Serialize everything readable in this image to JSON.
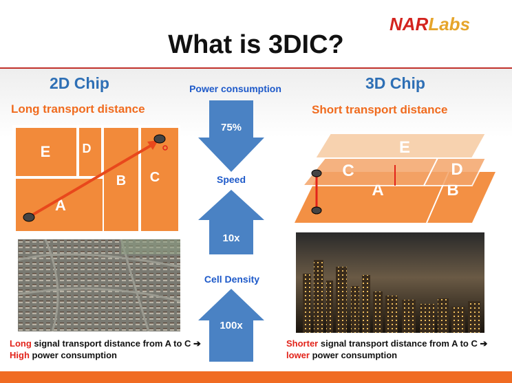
{
  "slide": {
    "title": "What is 3DIC?",
    "logo": {
      "part1": "NAR",
      "part2": "Labs"
    }
  },
  "left": {
    "heading": "2D Chip",
    "subheading": "Long transport distance",
    "blocks": [
      "E",
      "D",
      "B",
      "C",
      "A"
    ],
    "caption": {
      "w1": "Long",
      "w2": " signal transport distance from A to C ",
      "w3": "High",
      "w4": " power consumption"
    }
  },
  "middle": {
    "labels": [
      "Power consumption",
      "Speed",
      "Cell Density"
    ],
    "values": [
      "75%",
      "10x",
      "100x"
    ]
  },
  "right": {
    "heading": "3D Chip",
    "subheading": "Short transport distance",
    "layers": [
      "E",
      "C",
      "D",
      "A",
      "B"
    ],
    "caption": {
      "w1": "Shorter",
      "w2": " signal transport distance from A to C ",
      "w3": "lower",
      "w4": " power consumption"
    }
  },
  "colors": {
    "accent_blue": "#2e6fb5",
    "orange": "#f28a3a",
    "arrow_blue": "#4a82c4",
    "red": "#e2231a"
  }
}
